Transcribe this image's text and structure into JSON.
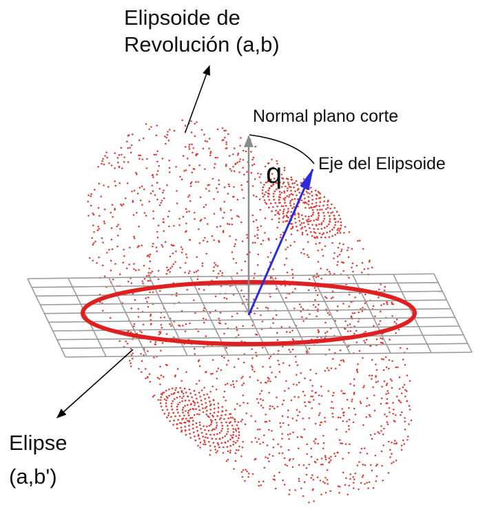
{
  "labels": {
    "ellipsoid_line1": "Elipsoide de",
    "ellipsoid_line2": "Revolución (a,b)",
    "normal": "Normal plano corte",
    "axis": "Eje del Elipsoide",
    "angle": "q",
    "ellipse_line1": "Elipse",
    "ellipse_line2": "(a,b')"
  },
  "colors": {
    "ellipsoid_points": "#e8322c",
    "ellipse_ring": "#e02020",
    "plane_grid": "#9a9a9a",
    "normal_vector": "#8a8a8a",
    "axis_vector": "#2a2ae0",
    "annotation_arrows": "#000000"
  }
}
